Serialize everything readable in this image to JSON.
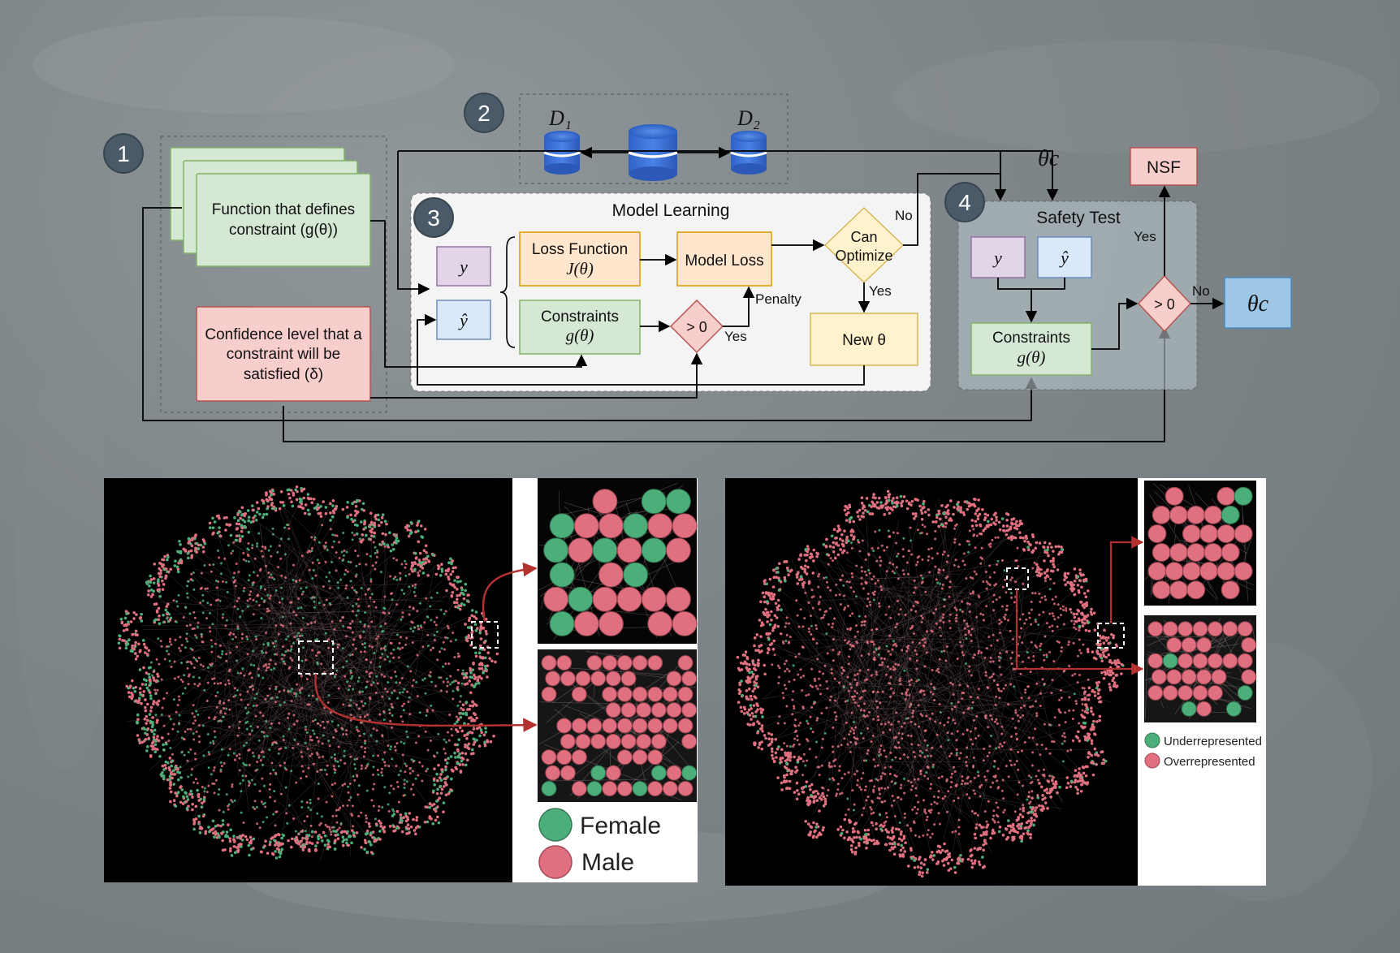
{
  "colors": {
    "background": "#7e8689",
    "green_box": "#d5e8d4",
    "green_border": "#82b366",
    "red_box": "#f8cecc",
    "red_border": "#b85450",
    "orange_box": "#ffe6cc",
    "orange_border": "#d79b00",
    "purple_box": "#e1d5e7",
    "purple_border": "#9673a6",
    "blue_box": "#dae8fc",
    "blue_border": "#6c8ebf",
    "yellow_box": "#fff2cc",
    "yellow_border": "#d6b656",
    "female": "#4caf7a",
    "male": "#e0707f",
    "badge": "#4a5a68"
  },
  "steps": {
    "step1": "1",
    "step2": "2",
    "step3": "3",
    "step4": "4"
  },
  "inputs": {
    "constraint_function_line1": "Function that defines",
    "constraint_function_line2": "constraint (g(θ))",
    "confidence_line1": "Confidence level that a",
    "confidence_line2": "constraint will be",
    "confidence_line3": "satisfied (δ)"
  },
  "data": {
    "d1": "D₁",
    "d2": "D₂",
    "theta_c_label": "θc"
  },
  "model_learning": {
    "title": "Model Learning",
    "y": "y",
    "y_hat": "ŷ",
    "loss_line1": "Loss Function",
    "loss_line2": "J(θ)",
    "model_loss": "Model Loss",
    "constraints_line1": "Constraints",
    "constraints_line2": "g(θ)",
    "gt_zero": "> 0",
    "can_optimize_line1": "Can",
    "can_optimize_line2": "Optimize",
    "new_theta": "New θ",
    "penalty": "Penalty",
    "yes_gt": "Yes",
    "yes_opt": "Yes",
    "no_opt": "No"
  },
  "safety_test": {
    "title": "Safety Test",
    "y": "y",
    "y_hat": "ŷ",
    "constraints_line1": "Constraints",
    "constraints_line2": "g(θ)",
    "gt_zero": "> 0",
    "yes": "Yes",
    "no": "No",
    "nsf": "NSF",
    "theta_c": "θc"
  },
  "legend_left": {
    "female": "Female",
    "male": "Male"
  },
  "legend_right": {
    "underrepresented": "Underrepresented",
    "overrepresented": "Overrepresented"
  }
}
